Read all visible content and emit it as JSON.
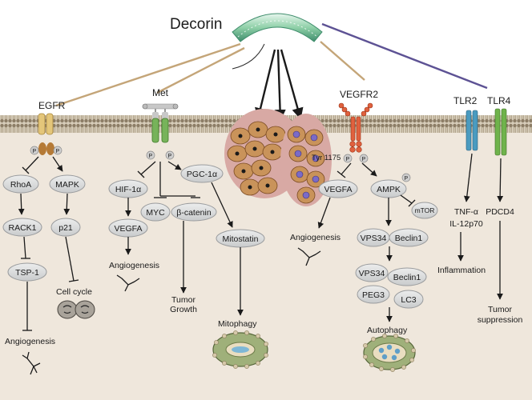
{
  "title": "Decorin",
  "receptors": {
    "egfr": "EGFR",
    "met": "Met",
    "vegfr2": "VEGFR2",
    "tlr2": "TLR2",
    "tlr4": "TLR4",
    "tyr_site": "Tyr 1175",
    "phospho": "P"
  },
  "egfr_pathway": {
    "rhoa": "RhoA",
    "rack1": "RACK1",
    "tsp1": "TSP-1",
    "angiogenesis": "Angiogenesis",
    "mapk": "MAPK",
    "p21": "p21",
    "cell_cycle": "Cell cycle"
  },
  "met_pathway": {
    "hif1a": "HIF-1α",
    "vegfa": "VEGFA",
    "angiogenesis": "Angiogenesis",
    "myc": "MYC",
    "beta_catenin": "β-catenin",
    "tumor_growth_1": "Tumor",
    "tumor_growth_2": "Growth",
    "pgc1a": "PGC-1α",
    "mitostatin": "Mitostatin",
    "mitophagy": "Mitophagy"
  },
  "vegfr2_pathway": {
    "vegfa": "VEGFA",
    "angiogenesis": "Angiogenesis",
    "ampk": "AMPK",
    "mtor": "mTOR",
    "vps34_a": "VPS34",
    "beclin1_a": "Beclin1",
    "vps34_b": "VPS34",
    "beclin1_b": "Beclin1",
    "peg3": "PEG3",
    "lc3": "LC3",
    "autophagy": "Autophagy"
  },
  "tlr_pathway": {
    "tnfa": "TNF-α",
    "il12": "IL-12p70",
    "inflammation": "Inflammation",
    "pdcd4": "PDCD4",
    "tumor_suppression_1": "Tumor",
    "tumor_suppression_2": "suppression"
  },
  "colors": {
    "membrane": "#a89a82",
    "membrane_dark": "#7d6f5a",
    "node_fill": "#d9dadb",
    "node_stroke": "#9a9c9e",
    "decorin": "#8fd0a8",
    "tan_line": "#c4a578",
    "purple_line": "#5d5294",
    "egfr": "#e4c67a",
    "met": "#77b35a",
    "vegfr2": "#e0613e",
    "tlr2": "#4a9bc0",
    "tlr4": "#6fb34b",
    "cell": "#c9935a",
    "cytoplasm": "#eee6dc"
  }
}
